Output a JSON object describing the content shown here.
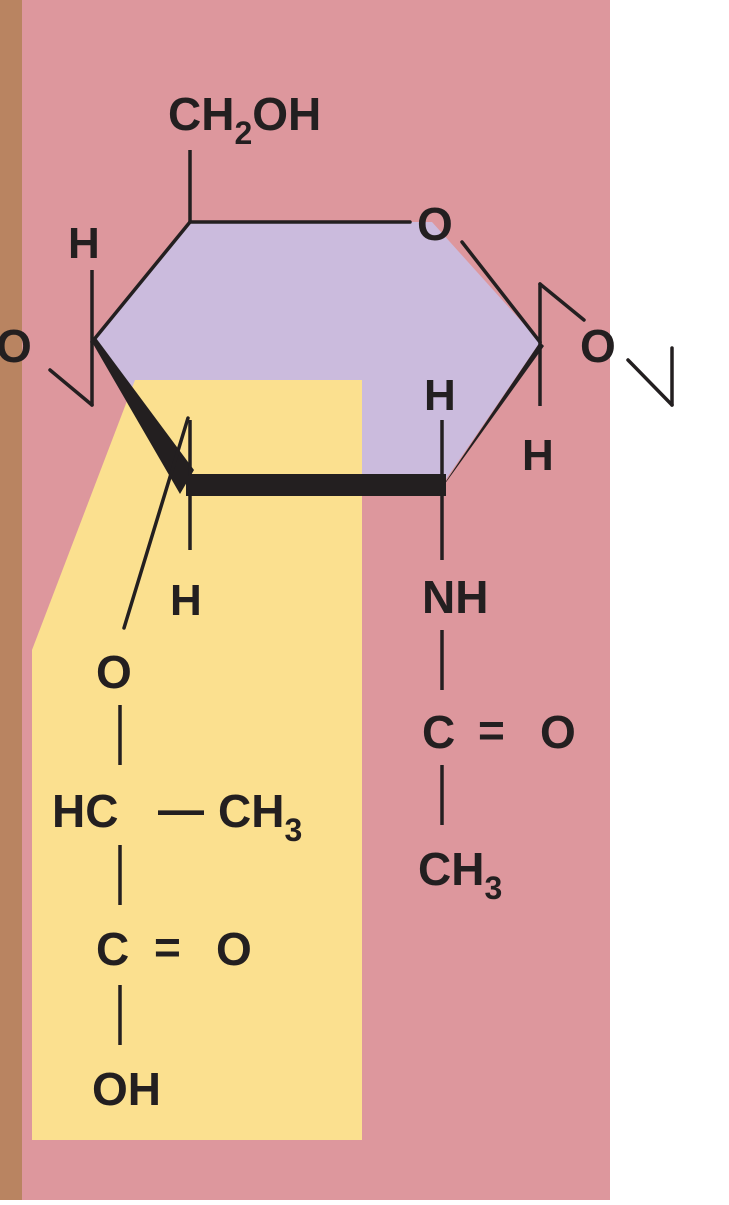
{
  "colors": {
    "background_white": "#ffffff",
    "backbone_strip": "#b98461",
    "panel_pink": "#dd979d",
    "ring_lavender": "#cbbbdd",
    "lactyl_yellow": "#fbe08f",
    "ink": "#231f20"
  },
  "ring": {
    "c6_group_main": "CH",
    "c6_group_sub": "2",
    "c6_group_tail": "OH",
    "ring_oxygen": "O",
    "c4_h": "H",
    "c1_h": "H",
    "c2_h": "H",
    "c3_h": "H",
    "left_glycosidic_o": "O",
    "right_glycosidic_o": "O"
  },
  "acetamido": {
    "nh": "NH",
    "carbonyl_c": "C",
    "double_bond": "=",
    "carbonyl_o": "O",
    "methyl_main": "CH",
    "methyl_sub": "3"
  },
  "lactyl": {
    "ether_o": "O",
    "hc": "HC",
    "dash": "—",
    "methyl_main": "CH",
    "methyl_sub": "3",
    "carbonyl_c": "C",
    "double_bond": "=",
    "carbonyl_o": "O",
    "hydroxyl": "OH"
  }
}
